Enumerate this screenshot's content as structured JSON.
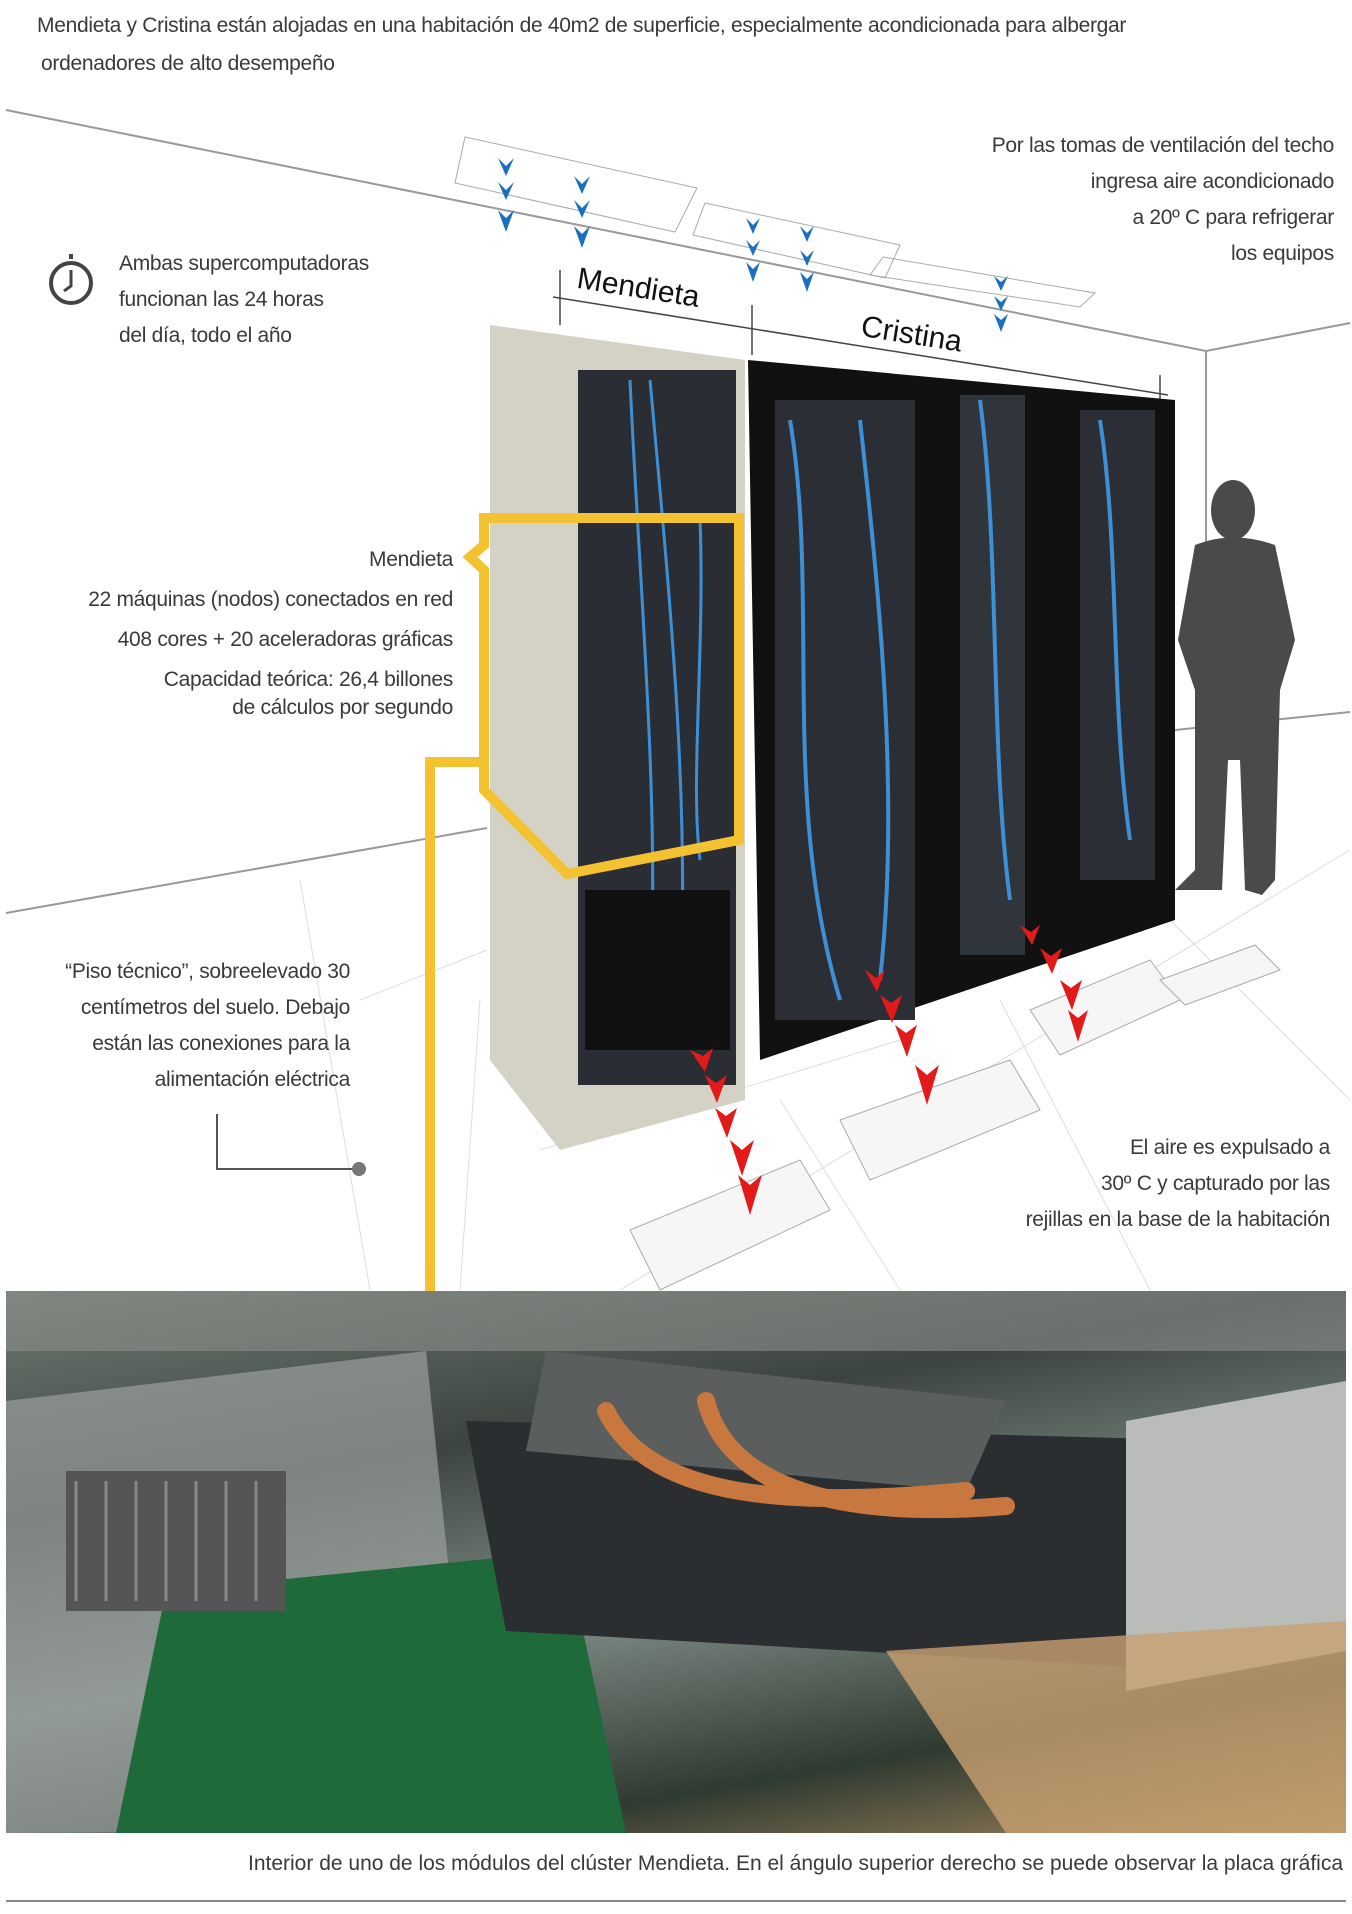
{
  "intro": {
    "line1": "Mendieta y Cristina están alojadas en una habitación de 40m2 de superficie, especialmente acondicionada para albergar",
    "line2": "ordenadores de alto desempeño"
  },
  "ventilation_note": [
    "Por las tomas de ventilación del techo",
    "ingresa aire  acondicionado",
    "a 20º C para refrigerar",
    "los equipos"
  ],
  "uptime_note": {
    "icon": "clock-icon",
    "lines": [
      "Ambas supercomputadoras",
      "funcionan las 24 horas",
      "del día, todo el año"
    ]
  },
  "rack_labels": {
    "left": "Mendieta",
    "right": "Cristina"
  },
  "mendieta_info": {
    "title": "Mendieta",
    "nodes": "22 máquinas (nodos) conectados en red",
    "cores": "408 cores + 20 aceleradoras gráficas",
    "capacity_1": "Capacidad teórica: 26,4 billones",
    "capacity_2": "de cálculos por segundo"
  },
  "floor_note": [
    "“Piso técnico”, sobreelevado 30",
    "centímetros del suelo. Debajo",
    "están las conexiones para la",
    "alimentación eléctrica"
  ],
  "exhaust_note": [
    "El aire es expulsado a",
    "30º C  y  capturado por las",
    "rejillas en la base de la habitación"
  ],
  "caption": "Interior de uno de los módulos del clúster Mendieta. En el ángulo superior derecho se puede observar la placa gráfica",
  "colors": {
    "highlight": "#f4c230",
    "cold_air": "#1a6fc0",
    "hot_air": "#e21a1a",
    "text": "#3a3a3a"
  }
}
